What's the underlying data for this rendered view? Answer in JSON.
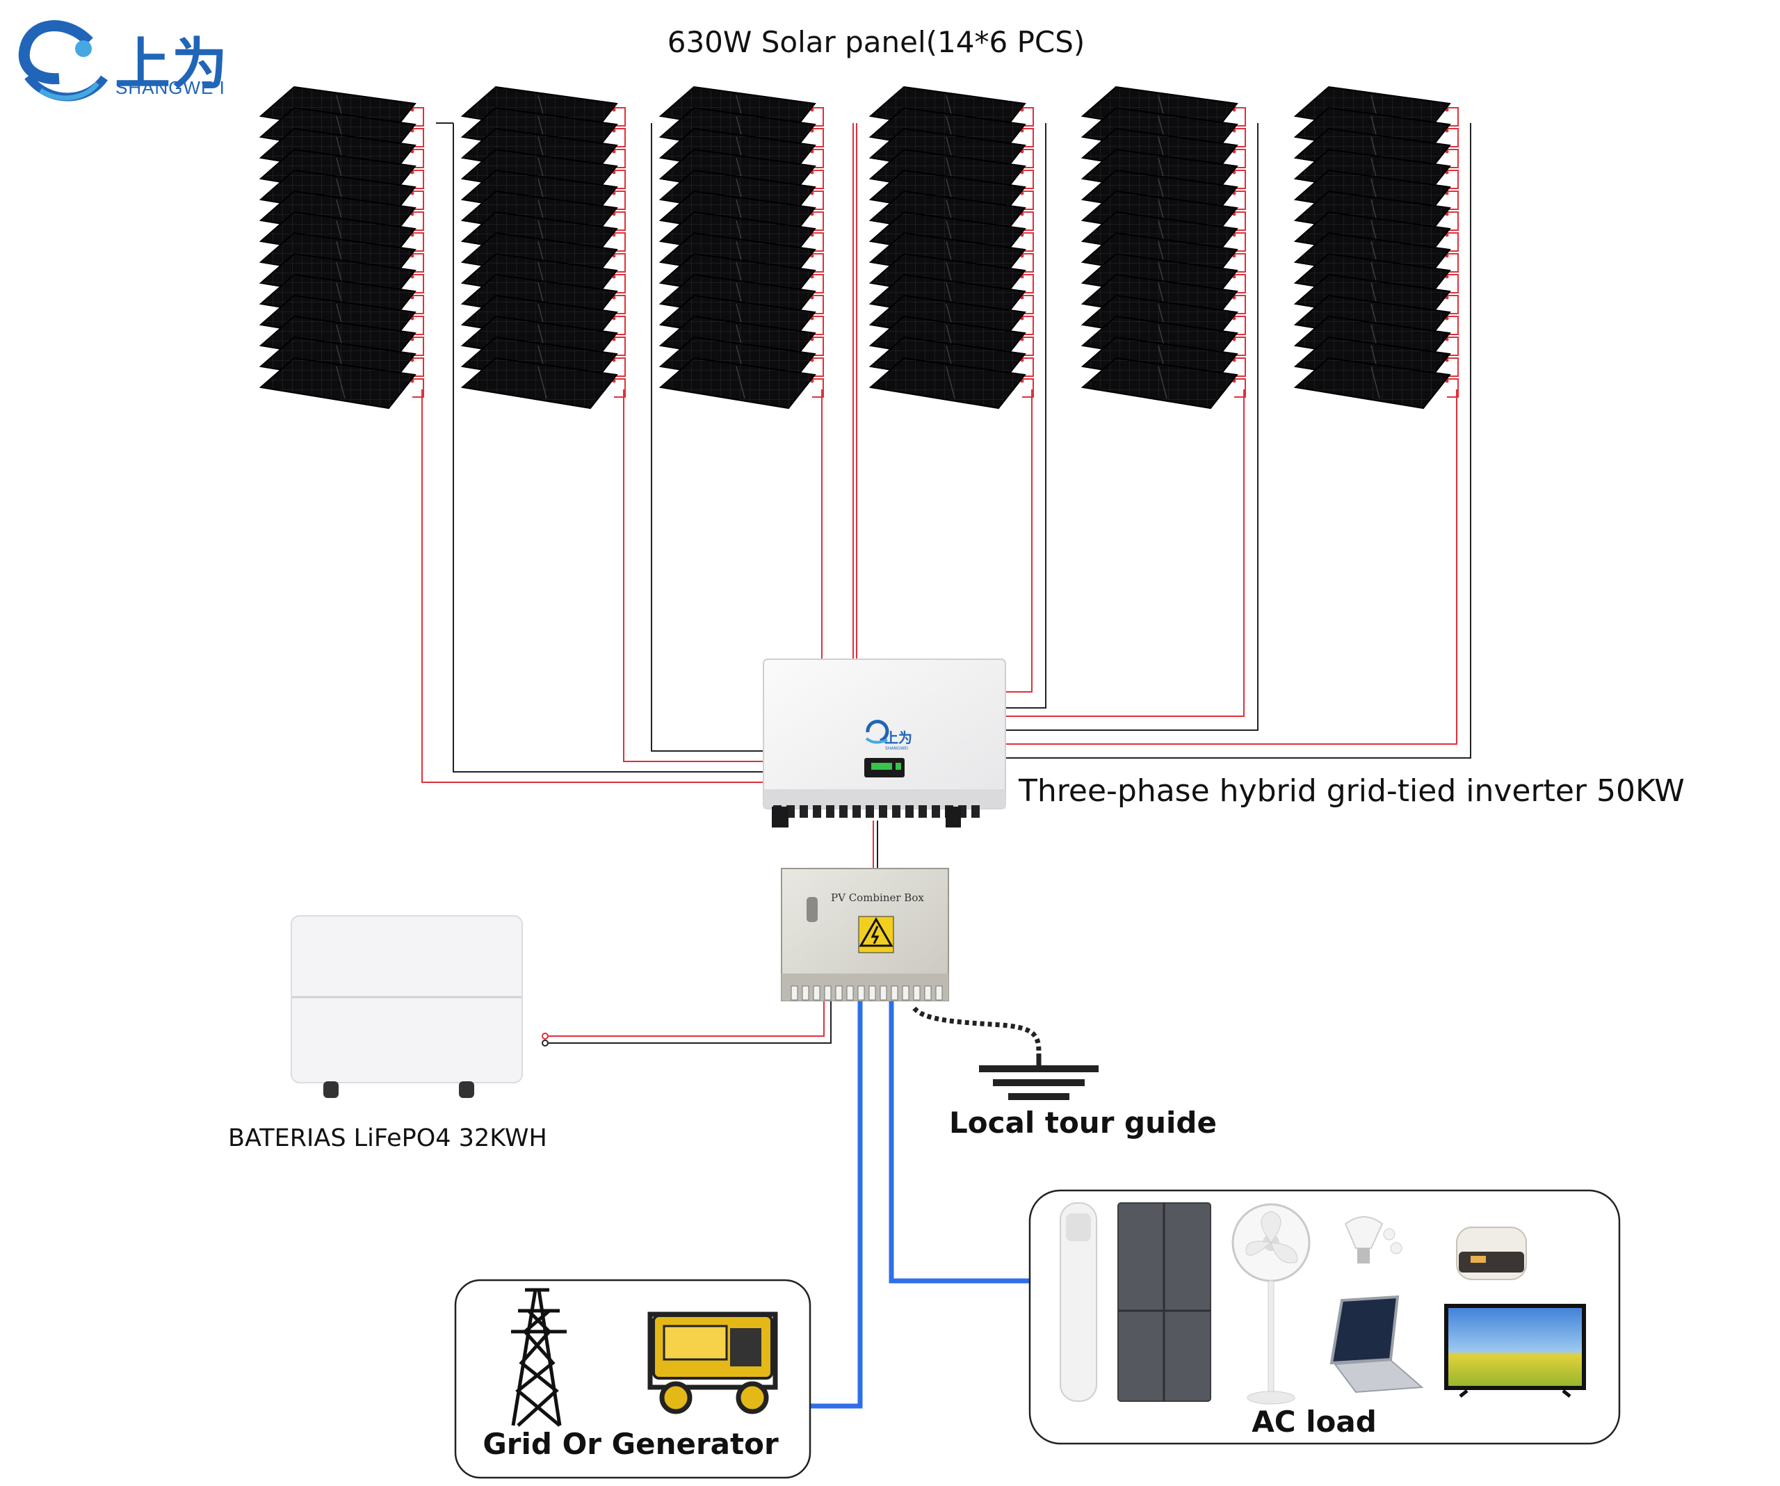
{
  "brand": {
    "name_cn": "上为",
    "name_en": "SHANGWE I"
  },
  "solar_array": {
    "title": "630W Solar panel(14*6 PCS)",
    "strings": 6,
    "panels_per_string": 14
  },
  "inverter": {
    "label": "Three-phase hybrid grid-tied inverter 50KW",
    "logo_cn": "上为",
    "logo_en": "SHANGWEI"
  },
  "combiner_box": {
    "label": "PV Combiner Box"
  },
  "battery": {
    "label": "BATERIAS LiFePO4 32KWH"
  },
  "ground": {
    "label": "Local tour guide"
  },
  "grid_generator": {
    "label": "Grid Or Generator",
    "icons": [
      "transmission-tower-icon",
      "generator-icon"
    ]
  },
  "ac_load": {
    "label": "AC load",
    "icons": [
      "air-conditioner-icon",
      "refrigerator-icon",
      "fan-icon",
      "bulb-icon",
      "rice-cooker-icon",
      "laptop-icon",
      "tv-icon"
    ]
  },
  "colors": {
    "positive_wire": "#e0303a",
    "negative_wire": "#222222",
    "ac_wire": "#2f6fe8",
    "brand": "#2065b8",
    "panel": "#111111"
  }
}
